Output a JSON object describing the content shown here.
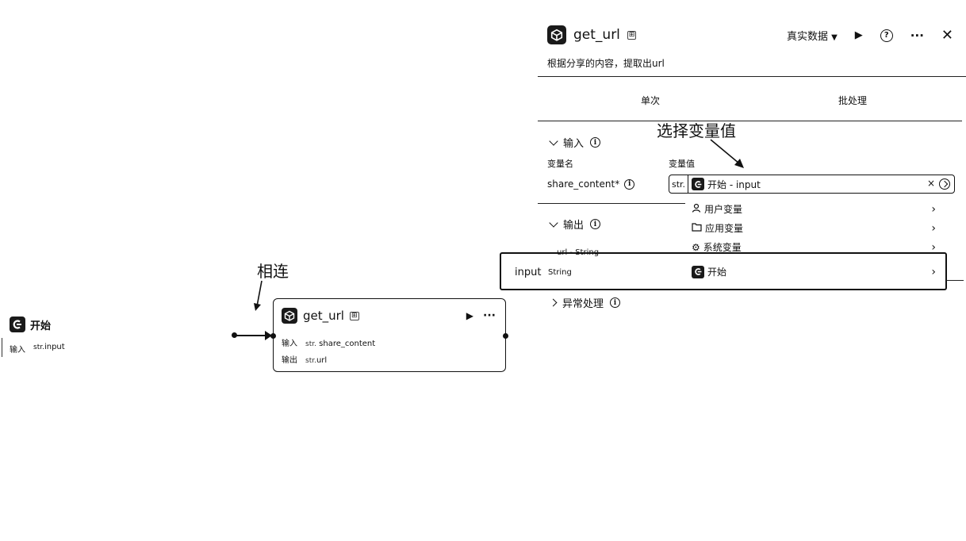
{
  "canvas": {
    "start_node": {
      "title": "开始",
      "output_label": "输入",
      "output_type": "str.",
      "output_name": "input"
    },
    "url_node": {
      "title": "get_url",
      "input_label": "输入",
      "input_type": "str.",
      "input_name": "share_content",
      "output_label": "输出",
      "output_type": "str.",
      "output_name": "url"
    },
    "annotation_connect": "相连",
    "annotation_select": "选择变量值"
  },
  "panel": {
    "title": "get_url",
    "data_mode": "真实数据",
    "description": "根据分享的内容，提取出url",
    "tabs": [
      "单次",
      "批处理"
    ],
    "input_section": "输入",
    "col_var_name": "变量名",
    "col_var_value": "变量值",
    "input_var_name": "share_content*",
    "select_type": "str.",
    "select_value": "开始 - input",
    "output_section": "输出",
    "output_var": "url - String",
    "error_section": "异常处理",
    "menu": {
      "items": [
        "用户变量",
        "应用变量",
        "系统变量"
      ],
      "start_item": "开始",
      "highlight_name": "input",
      "highlight_type": "String"
    }
  },
  "icons": [
    "cube-icon",
    "start-node-icon",
    "play-icon",
    "more-icon",
    "close-icon",
    "help-icon",
    "info-icon",
    "user-icon",
    "folder-icon",
    "gear-icon",
    "chevron-right-icon",
    "chevron-down-icon"
  ]
}
